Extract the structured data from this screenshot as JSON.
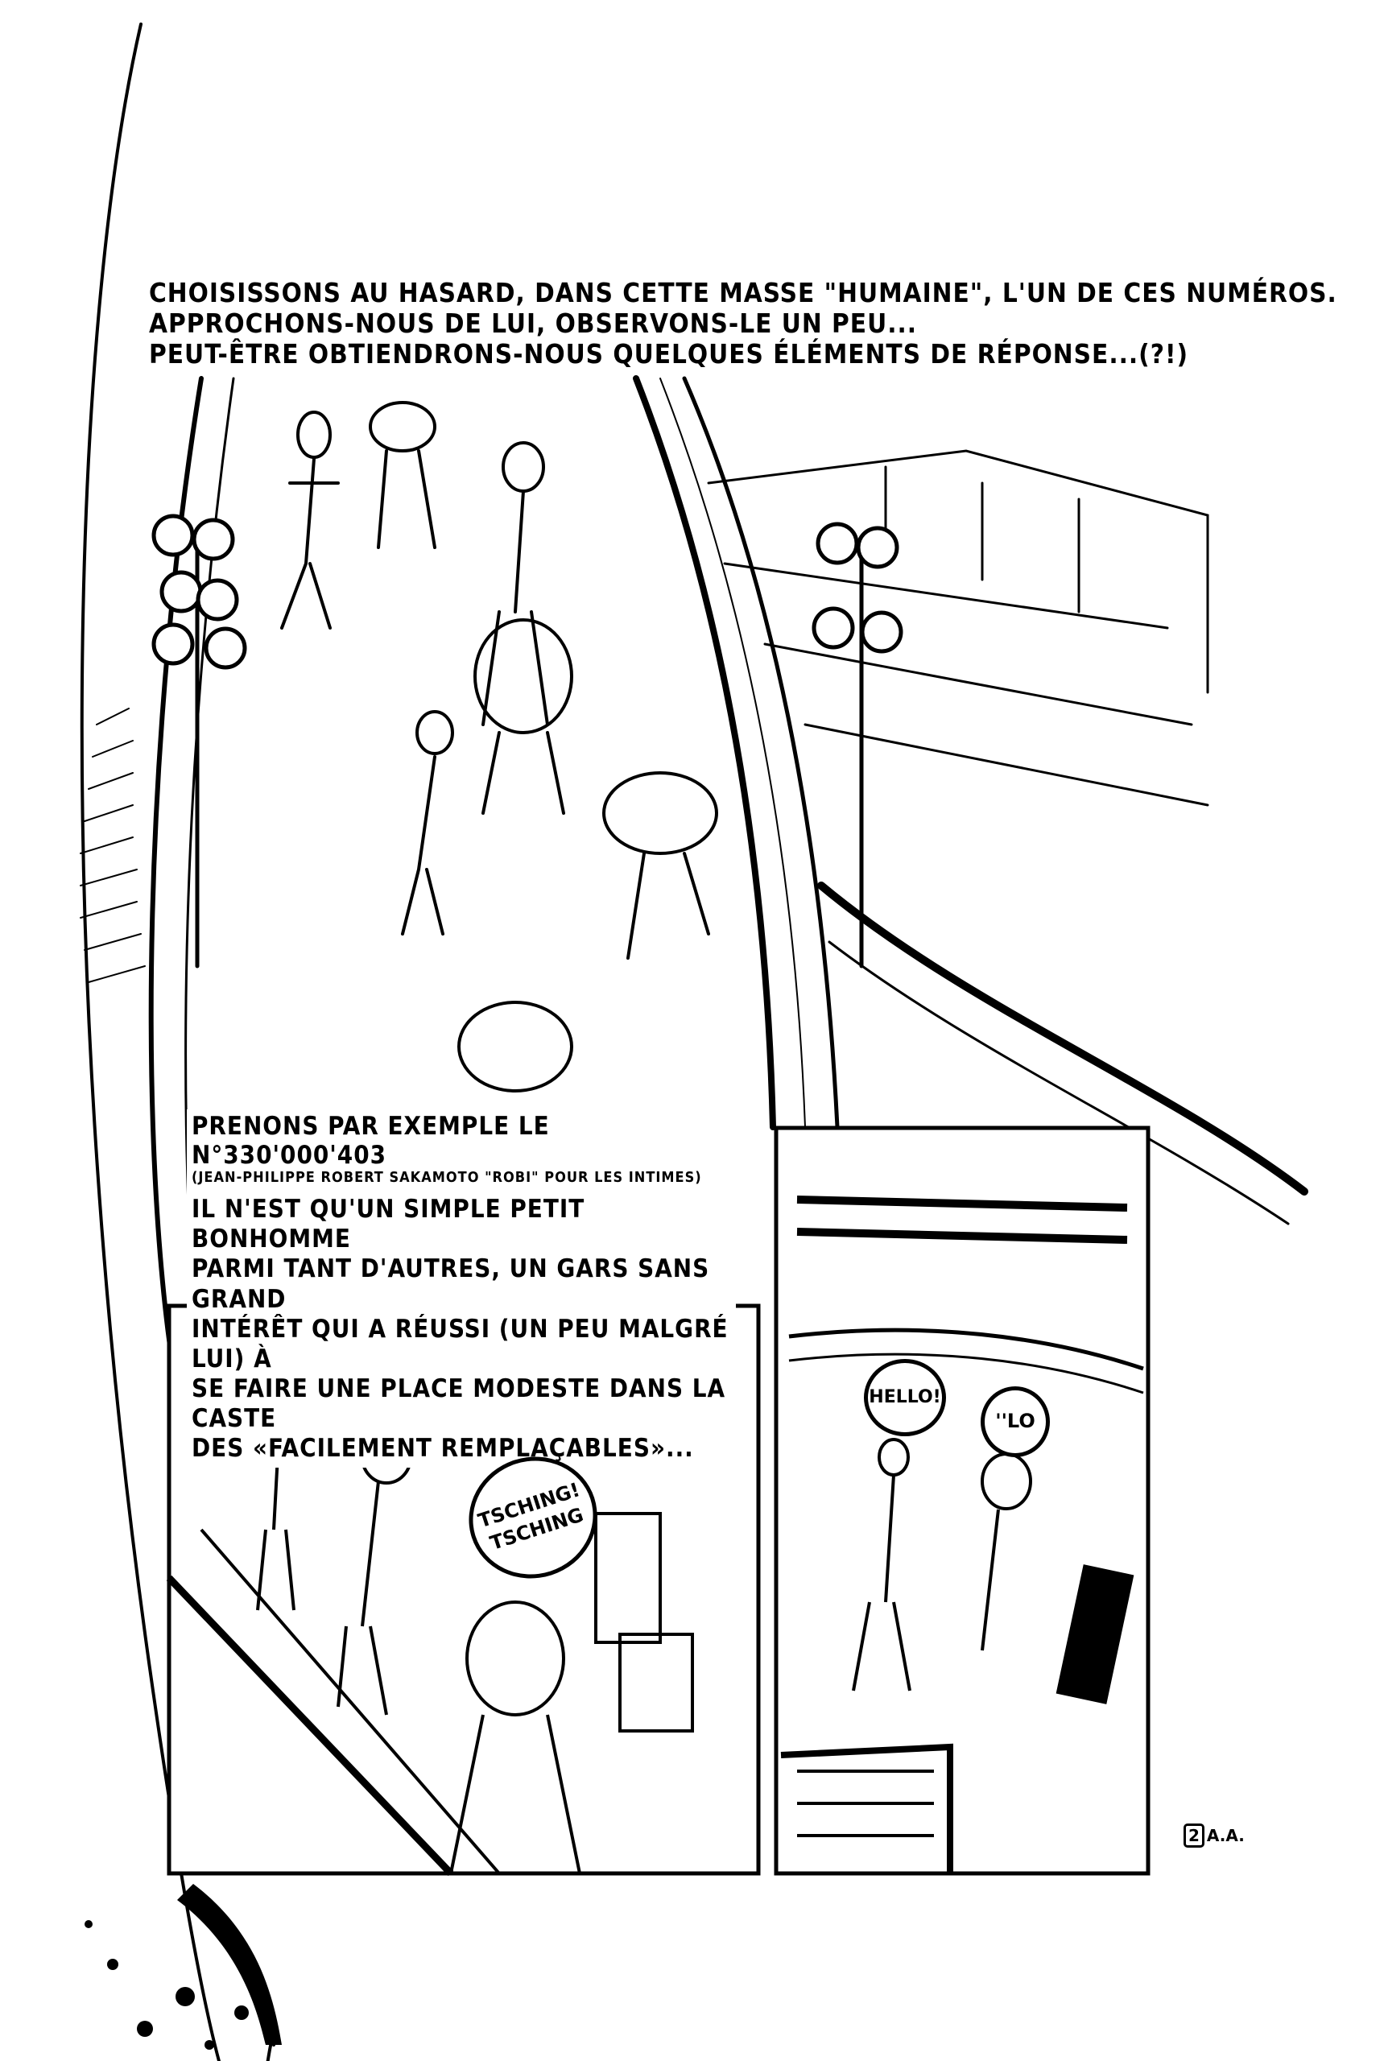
{
  "caption_top": {
    "lines": [
      "Choisissons au hasard, dans cette masse \"humaine\", l'un de ces numéros.",
      "Approchons-nous de lui, observons-le un peu...",
      "Peut-être obtiendrons-nous quelques éléments de réponse...(?!)"
    ]
  },
  "caption_middle": {
    "title": "Prenons par exemple le N°330'000'403",
    "subtitle": "(Jean-Philippe Robert Sakamoto \"Robi\" pour les intimes)",
    "lines": [
      "Il n'est qu'un simple petit bonhomme",
      "parmi tant d'autres, un gars sans grand",
      "intérêt qui a réussi (un peu malgré lui) à",
      "se faire une place modeste dans la caste",
      "des «facilement remplaçables»..."
    ]
  },
  "bubbles": {
    "tsching": [
      "Tsching!",
      "Tsching"
    ],
    "hello": "Hello!",
    "lo": "''Lo"
  },
  "signature": {
    "page_number": "2",
    "initials": "A.A."
  },
  "colors": {
    "ink": "#000000",
    "paper": "#ffffff"
  }
}
